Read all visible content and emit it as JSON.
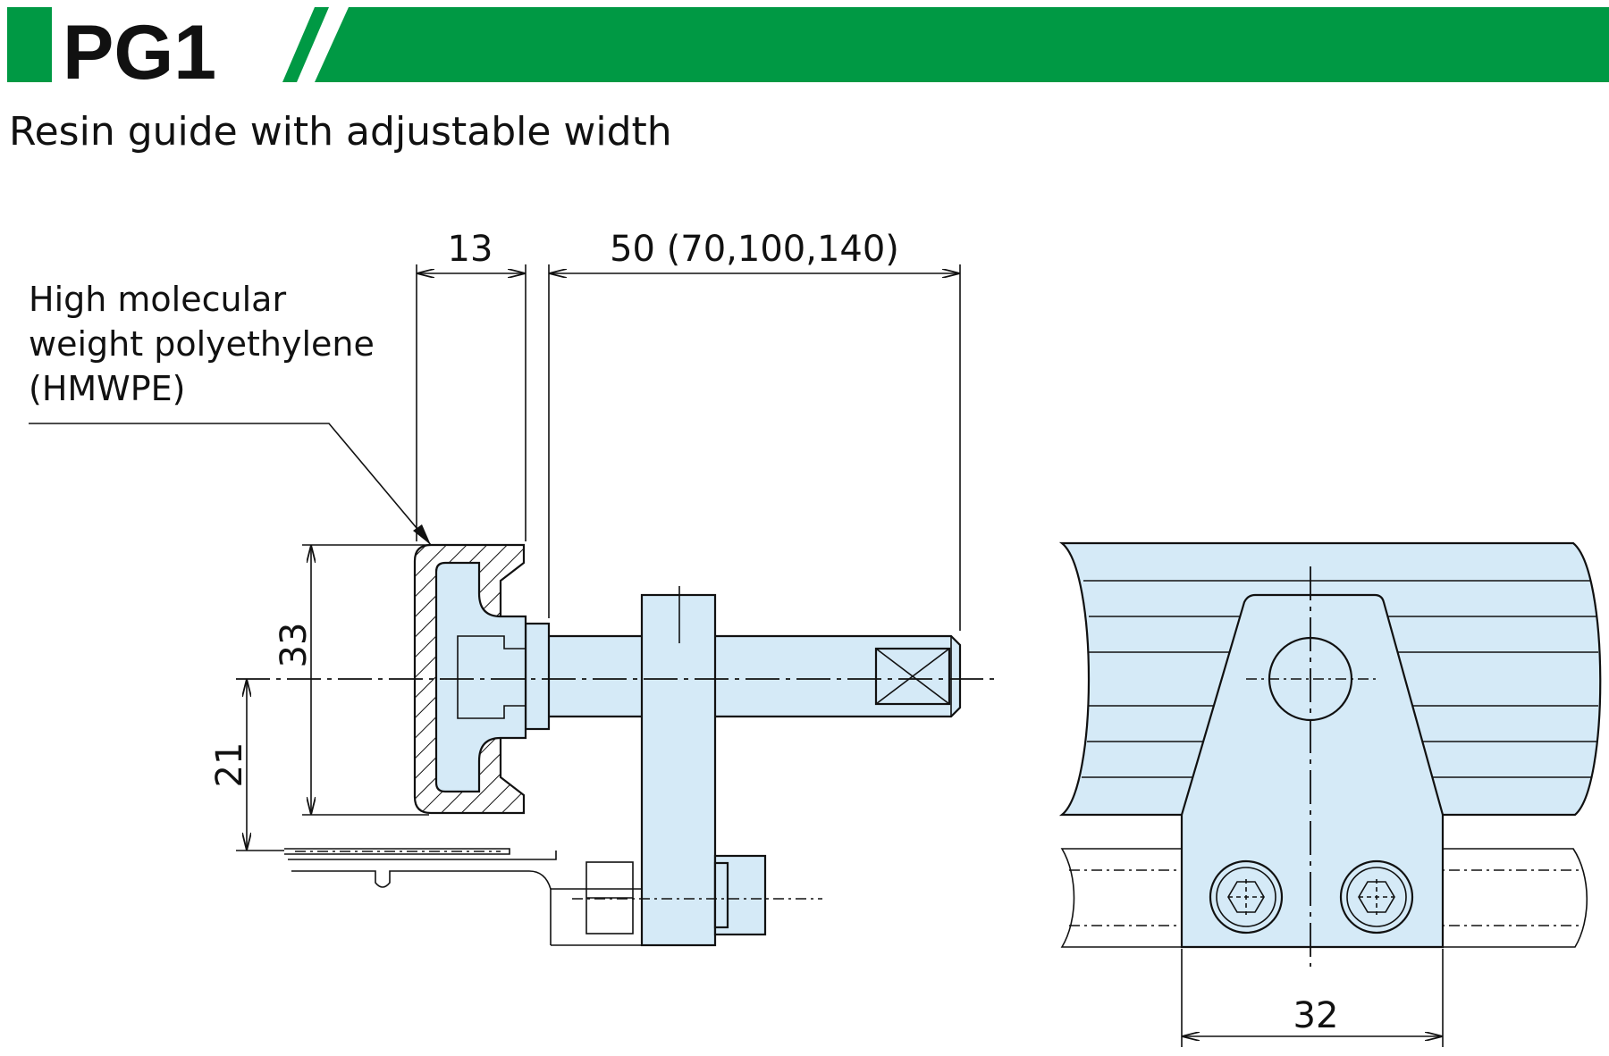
{
  "header": {
    "code": "PG1",
    "subtitle": "Resin guide with adjustable width",
    "accent_color": "#009944"
  },
  "diagram": {
    "part_fill_color": "#d5eaf7",
    "material_label": {
      "line1": "High molecular",
      "line2": "weight polyethylene",
      "line3": "(HMWPE)"
    },
    "dimensions": {
      "guide_width": "13",
      "rod_length": "50 (70,100,140)",
      "guide_height": "33",
      "guide_offset": "21",
      "bracket_width": "32"
    }
  }
}
